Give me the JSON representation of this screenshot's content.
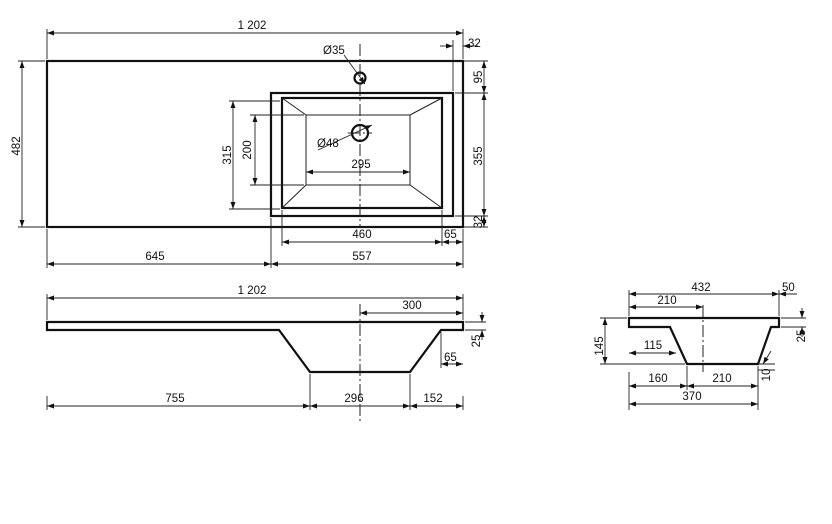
{
  "top_view": {
    "overall_length": "1 202",
    "back_margin": "32",
    "tap_hole_offset": "95",
    "overall_depth": "482",
    "bowl_outer_depth": "355",
    "front_margin": "32",
    "tap_hole_diameter": "Ø35",
    "drain_diameter": "Ø48",
    "bowl_opening_depth": "315",
    "bowl_bottom_depth": "200",
    "bowl_bottom_width": "295",
    "bowl_outer_width": "460",
    "side_margin": "65",
    "left_length": "645",
    "right_length": "557"
  },
  "front_view": {
    "overall_length": "1 202",
    "drain_to_end": "300",
    "slab_thickness": "25",
    "side_margin": "65",
    "left_length": "755",
    "bowl_bottom_width": "296",
    "right_length": "152"
  },
  "side_view": {
    "overall_depth": "432",
    "back_margin": "50",
    "drain_from_front": "210",
    "total_height": "145",
    "slab_thickness": "25",
    "inner_depth": "115",
    "bottom_front": "160",
    "bottom_width": "210",
    "bottom_thickness": "10",
    "bottom_total": "370"
  }
}
